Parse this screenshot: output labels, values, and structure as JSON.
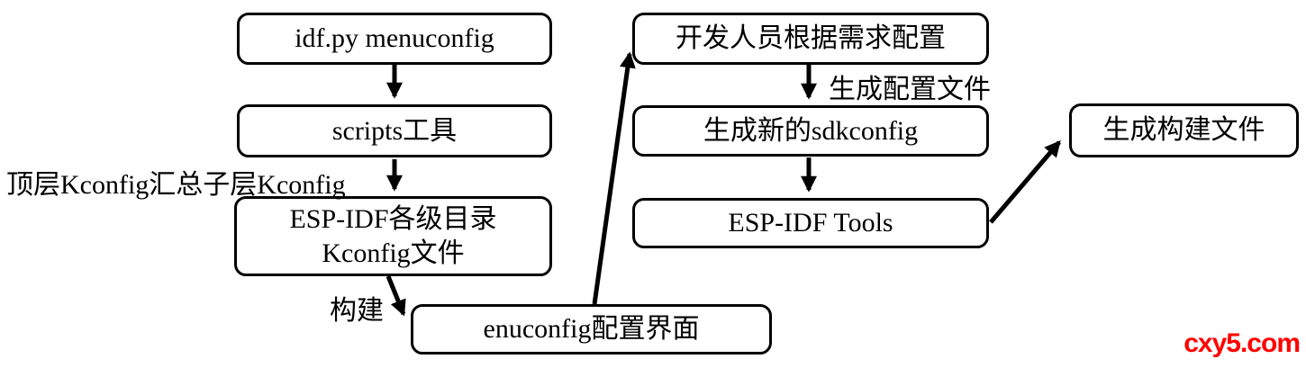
{
  "colors": {
    "background": "#ffffff",
    "stroke": "#000000",
    "box_fill": "#ffffff",
    "watermark": "#ff0000"
  },
  "boxes": [
    {
      "id": "idf-py-menuconfig",
      "label": "idf.py menuconfig"
    },
    {
      "id": "scripts-tool",
      "label": "scripts工具"
    },
    {
      "id": "esp-idf-kconfig",
      "label": "ESP-IDF各级目录\nKconfig文件"
    },
    {
      "id": "menuconfig-ui",
      "label": "enuconfig配置界面"
    },
    {
      "id": "developer-config",
      "label": "开发人员根据需求配置"
    },
    {
      "id": "new-sdkconfig",
      "label": "生成新的sdkconfig"
    },
    {
      "id": "esp-idf-tools",
      "label": "ESP-IDF Tools"
    },
    {
      "id": "build-files",
      "label": "生成构建文件"
    }
  ],
  "edge_labels": {
    "top_level_kconfig": "顶层Kconfig汇总子层Kconfig",
    "build": "构建",
    "generate_config_file": "生成配置文件"
  },
  "watermark": "cxy5.com"
}
